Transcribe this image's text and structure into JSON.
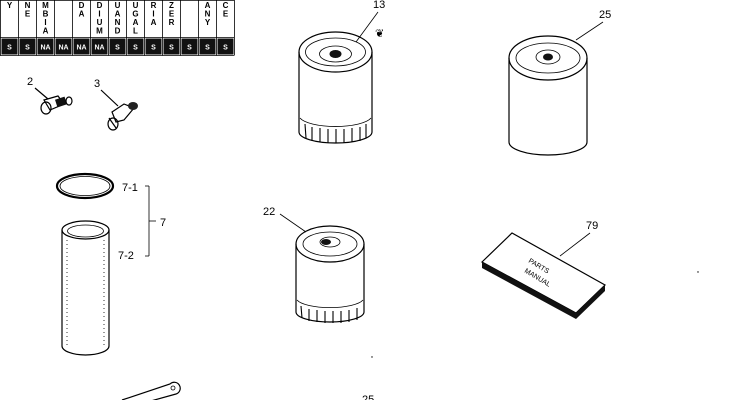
{
  "table": {
    "headers": [
      [
        "Y"
      ],
      [
        "N",
        "E"
      ],
      [
        "M",
        "B",
        "I",
        "A"
      ],
      [],
      [
        "D",
        "A"
      ],
      [
        "D",
        "I",
        "U",
        "M"
      ],
      [
        "U",
        "A",
        "N",
        "D"
      ],
      [
        "U",
        "G",
        "A",
        "L"
      ],
      [
        "R",
        "I",
        "A"
      ],
      [
        "Z",
        "E",
        "R"
      ],
      [],
      [
        "A",
        "N",
        "Y"
      ],
      [
        "C",
        "E"
      ]
    ],
    "codes": [
      "S",
      "S",
      "NA",
      "NA",
      "NA",
      "NA",
      "S",
      "S",
      "S",
      "S",
      "S",
      "S",
      "S"
    ]
  },
  "callouts": {
    "part_2": "2",
    "part_3": "3",
    "part_13": "13",
    "part_25": "25",
    "part_7_1": "7-1",
    "part_7": "7",
    "part_7_2": "7-2",
    "part_22": "22",
    "part_79": "79",
    "part_bottom": "25"
  },
  "book": {
    "line1": "PARTS",
    "line2": "MANUAL"
  }
}
